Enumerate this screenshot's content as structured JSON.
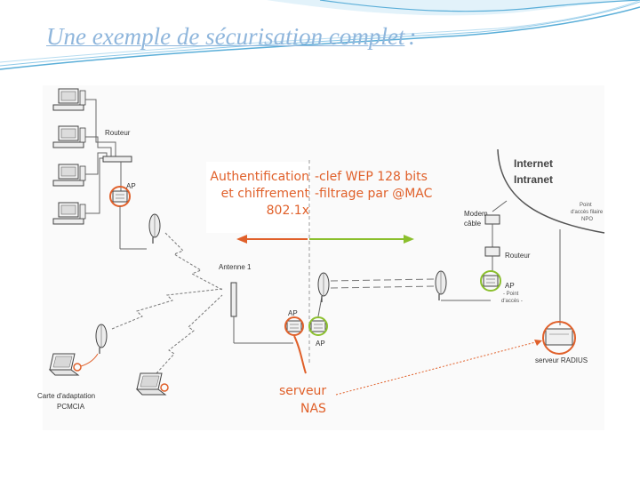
{
  "slide": {
    "title": "Une exemple de sécurisation complet",
    "title_colon": ":"
  },
  "diagram": {
    "router_left": "Routeur",
    "ap_left": "AP",
    "antenna": "Antenne 1",
    "ap_center_1": "AP",
    "ap_center_2": "AP",
    "pcmcia_line1": "Carte d'adaptation",
    "pcmcia_line2": "PCMCIA",
    "auth_line1": "Authentification",
    "auth_line2": "et chiffrement",
    "auth_line3": "802.1x",
    "wep_line1": "-clef WEP 128 bits",
    "wep_line2": "-filtrage par @MAC",
    "internet": "Internet",
    "intranet": "Intranet",
    "wired_access_line1": "Point",
    "wired_access_line2": "d'accès filaire",
    "wired_access_line3": "NPO",
    "modem_line1": "Modem",
    "modem_line2": "câble",
    "router_right": "Routeur",
    "ap_right": "AP",
    "access_point_line1": "- Point",
    "access_point_line2": "d'accès -",
    "nas_line1": "serveur",
    "nas_line2": "NAS",
    "radius": "serveur RADIUS"
  },
  "colors": {
    "title": "#8fb6dc",
    "orange": "#e0602a",
    "green": "#8bbf2d",
    "swoosh": "#5aaed8"
  }
}
